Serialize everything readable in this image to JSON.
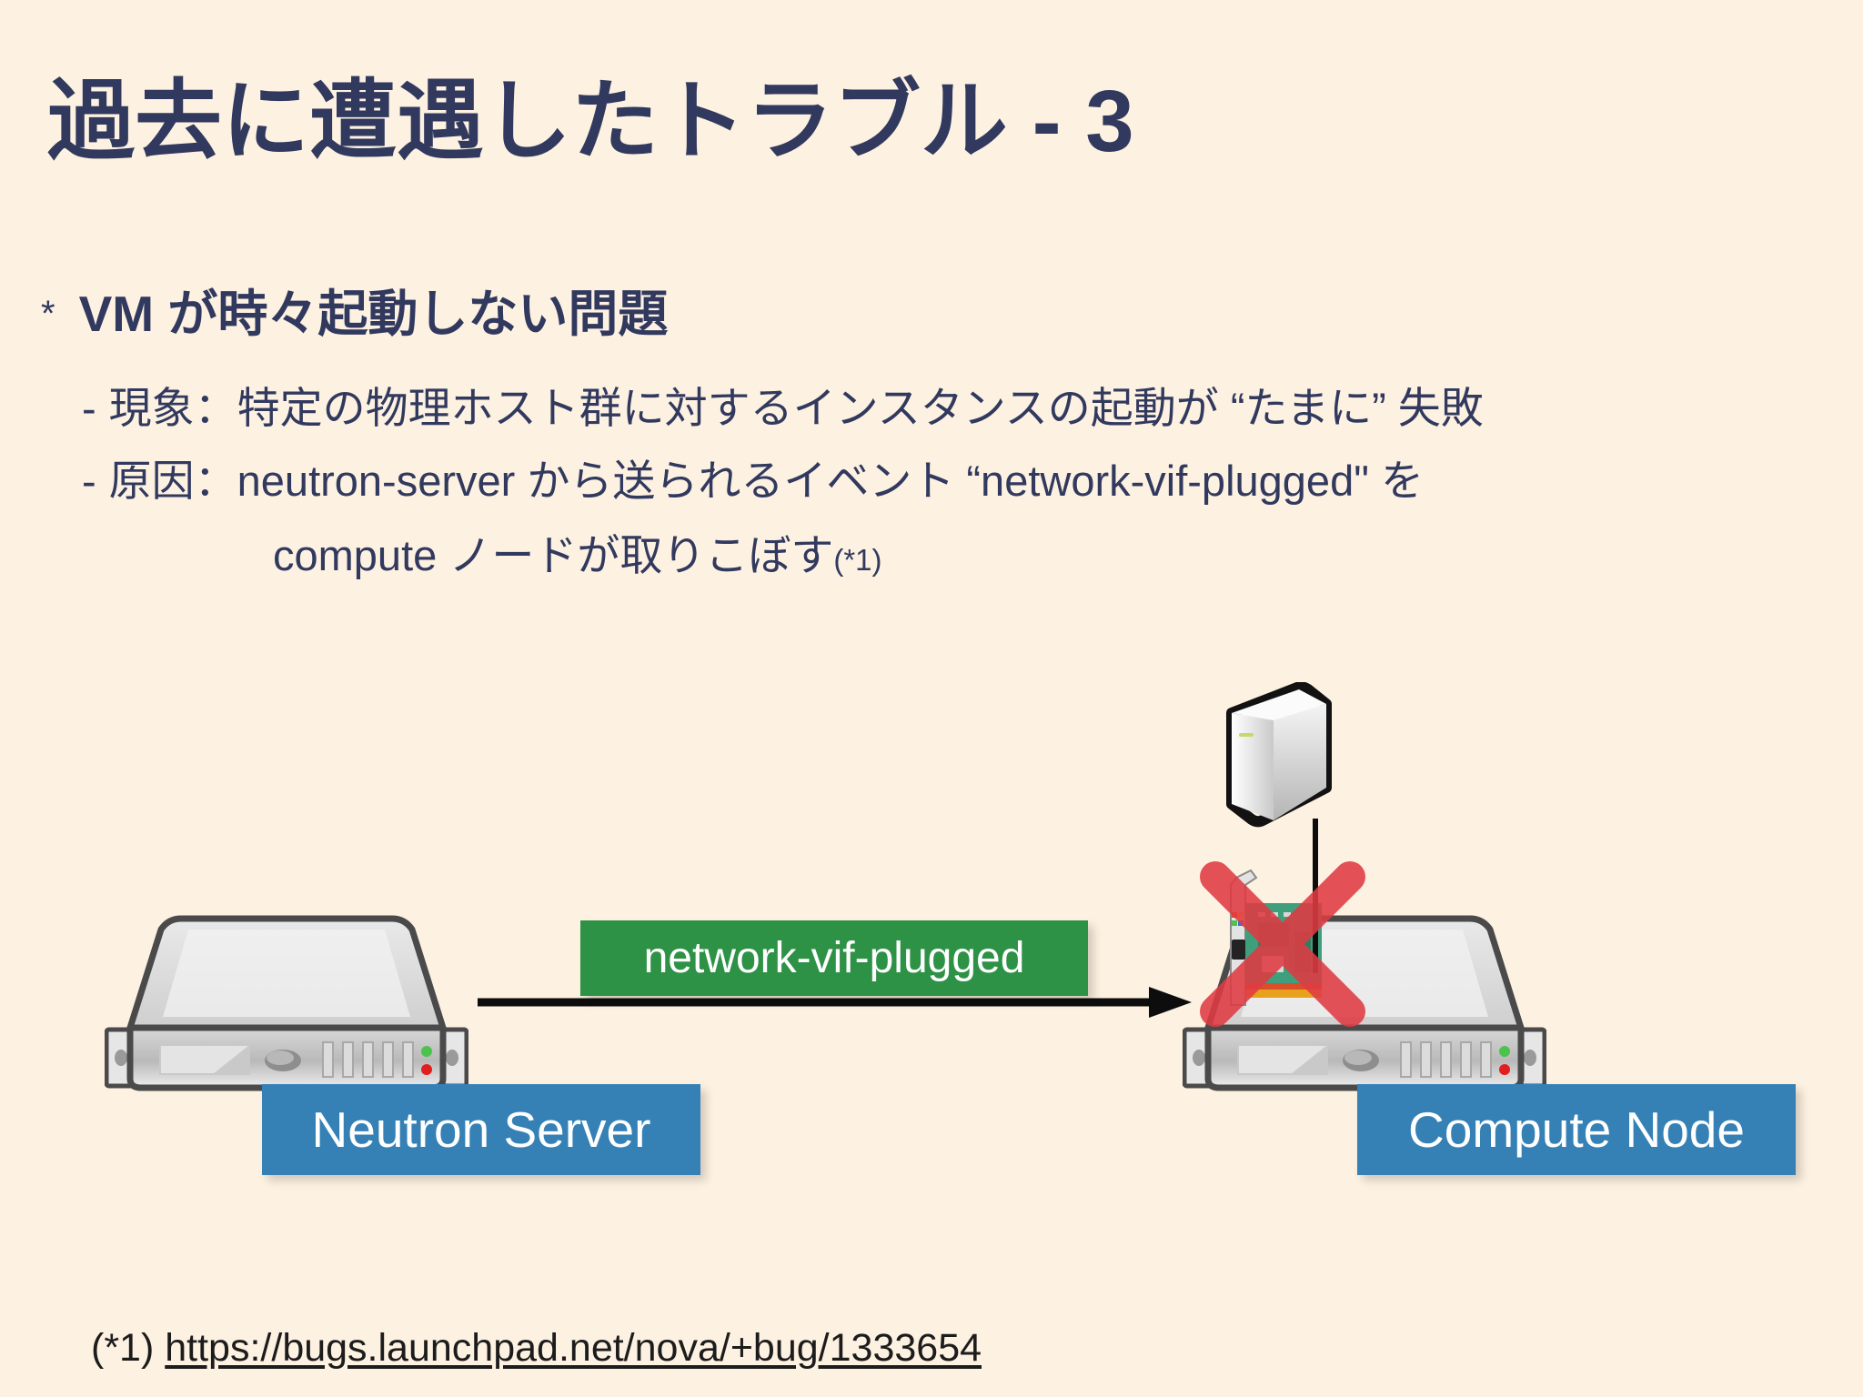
{
  "slide": {
    "title": "過去に遭遇したトラブル - 3",
    "background_color": "#fdf1e1",
    "text_color": "#31395e"
  },
  "body": {
    "bullet_marker": "*",
    "bullet_1": "VM が時々起動しない問題",
    "sub_bullets": [
      {
        "marker": "-",
        "text": "現象：特定の物理ホスト群に対するインスタンスの起動が “たまに” 失敗"
      },
      {
        "marker": "-",
        "text": "原因：neutron-server から送られるイベント “network-vif-plugged\" を",
        "continuation": "compute ノードが取りこぼす",
        "continuation_ref": "(*1)"
      }
    ]
  },
  "diagram": {
    "left_node": {
      "label": "Neutron Server",
      "icon": "rack-server-icon",
      "label_color": "#3581b6"
    },
    "right_node": {
      "label": "Compute Node",
      "icon": "rack-server-icon",
      "label_color": "#3581b6",
      "overlay_icon": "red-x-icon",
      "overlay_color": "#e03b43",
      "attached_icon": "vm-tower-icon",
      "nic_icon": "network-card-icon"
    },
    "message": {
      "label": "network-vif-plugged",
      "box_color": "#2e9246",
      "arrow": "right-arrow-icon",
      "arrow_color": "#0d0d0d"
    }
  },
  "footer": {
    "ref": "(*1)",
    "link": "https://bugs.launchpad.net/nova/+bug/1333654"
  }
}
